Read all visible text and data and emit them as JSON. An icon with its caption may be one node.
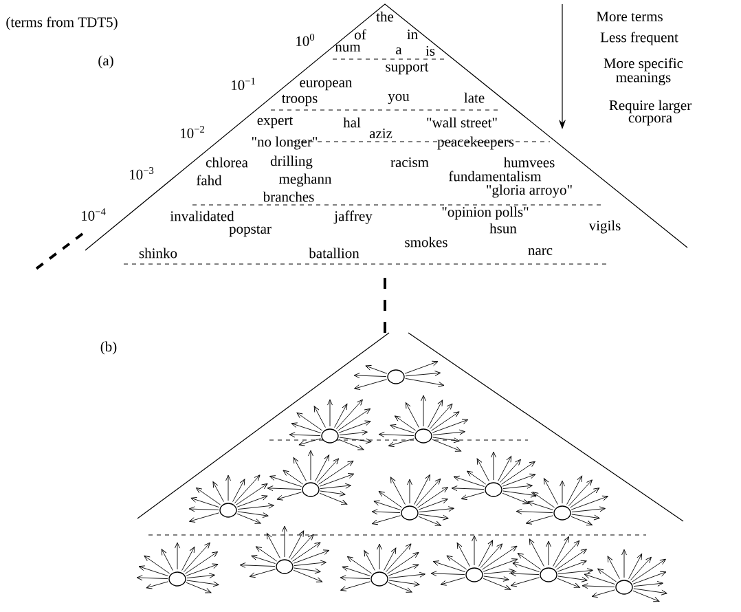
{
  "diagram": {
    "labels": [
      "(terms from TDT5)",
      "(a)",
      "10$^{0}$",
      "10$^{−1}$",
      "10$^{−2}$",
      "10$^{−3}$",
      "10$^{−4}$",
      "the",
      "of",
      "in",
      "num",
      "a",
      "is",
      "support",
      "european",
      "troops",
      "you",
      "late",
      "expert",
      "hal",
      "\"wall street\"",
      "aziz",
      "\"no longer\"",
      "peacekeepers",
      "chlorea",
      "drilling",
      "racism",
      "humvees",
      "fahd",
      "meghann",
      "fundamentalism",
      "branches",
      "\"gloria arroyo\"",
      "invalidated",
      "jaffrey",
      "\"opinion polls\"",
      "popstar",
      "hsun",
      "vigils",
      "smokes",
      "shinko",
      "batallion",
      "narc",
      "More terms",
      "Less frequent",
      "More specific meanings",
      "Require larger corpora",
      "(b)"
    ]
  }
}
